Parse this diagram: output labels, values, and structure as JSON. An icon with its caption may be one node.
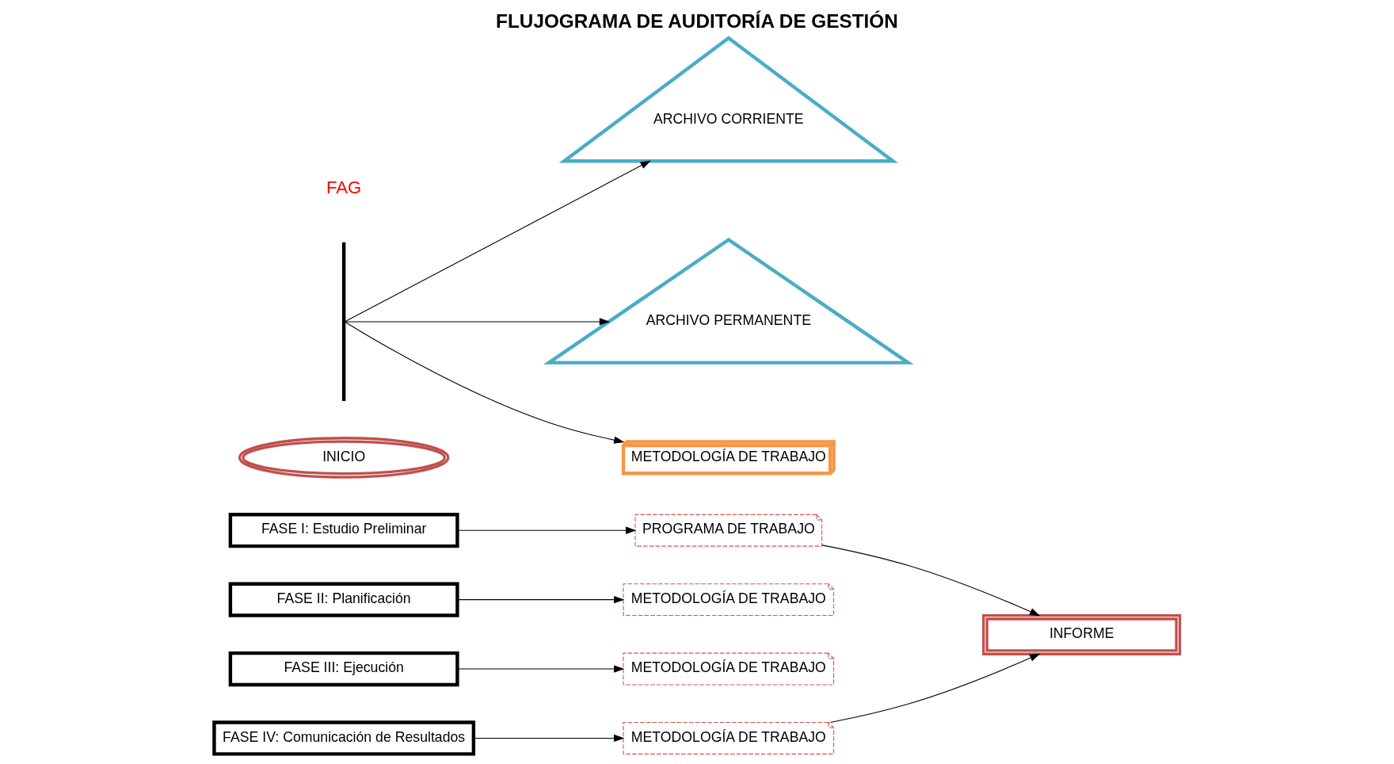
{
  "diagram": {
    "title": "FLUJOGRAMA DE AUDITORÍA DE GESTIÓN",
    "nodes": [
      {
        "text": [
          "INICIO"
        ]
      },
      {
        "text": [
          "FASE I: Estudio Preliminar"
        ]
      },
      {
        "text": [
          "FASE II: Planificación"
        ]
      },
      {
        "text": [
          "FASE III: Ejecución"
        ]
      },
      {
        "text": [
          "FASE IV: Comunicación de Resultados"
        ]
      },
      {
        "text": [
          "PROGRAMA DE TRABAJO"
        ]
      },
      {
        "text": [
          "METODOLOGÍA DE TRABAJO"
        ]
      },
      {
        "text": [
          "METODOLOGÍA DE TRABAJO"
        ]
      },
      {
        "text": [
          "METODOLOGÍA DE TRABAJO"
        ]
      },
      {
        "text": [
          "ARCHIVO CORRIENTE"
        ]
      },
      {
        "text": [
          "ARCHIVO PERMANENTE"
        ]
      },
      {
        "text": [
          "METODOLOGÍA DE TRABAJO"
        ]
      },
      {
        "text": [
          "INFORME"
        ]
      },
      {
        "text": [],
        "shape": "bar"
      }
    ],
    "edges": [
      {
        "from": 1,
        "to": 5,
        "arrow": "to"
      },
      {
        "from": 2,
        "to": 6,
        "arrow": "to"
      },
      {
        "from": 3,
        "to": 7,
        "arrow": "to"
      },
      {
        "from": 4,
        "to": 8,
        "arrow": "to"
      },
      {
        "from": 5,
        "to": 12,
        "arrow": "to"
      },
      {
        "from": 8,
        "to": 12,
        "arrow": "to"
      },
      {
        "from": 13,
        "to": 9,
        "arrow": "to"
      },
      {
        "from": 13,
        "to": 10,
        "arrow": "to"
      },
      {
        "from": 13,
        "to": 11,
        "arrow": "to"
      }
    ],
    "labels": [
      "FAG"
    ]
  }
}
